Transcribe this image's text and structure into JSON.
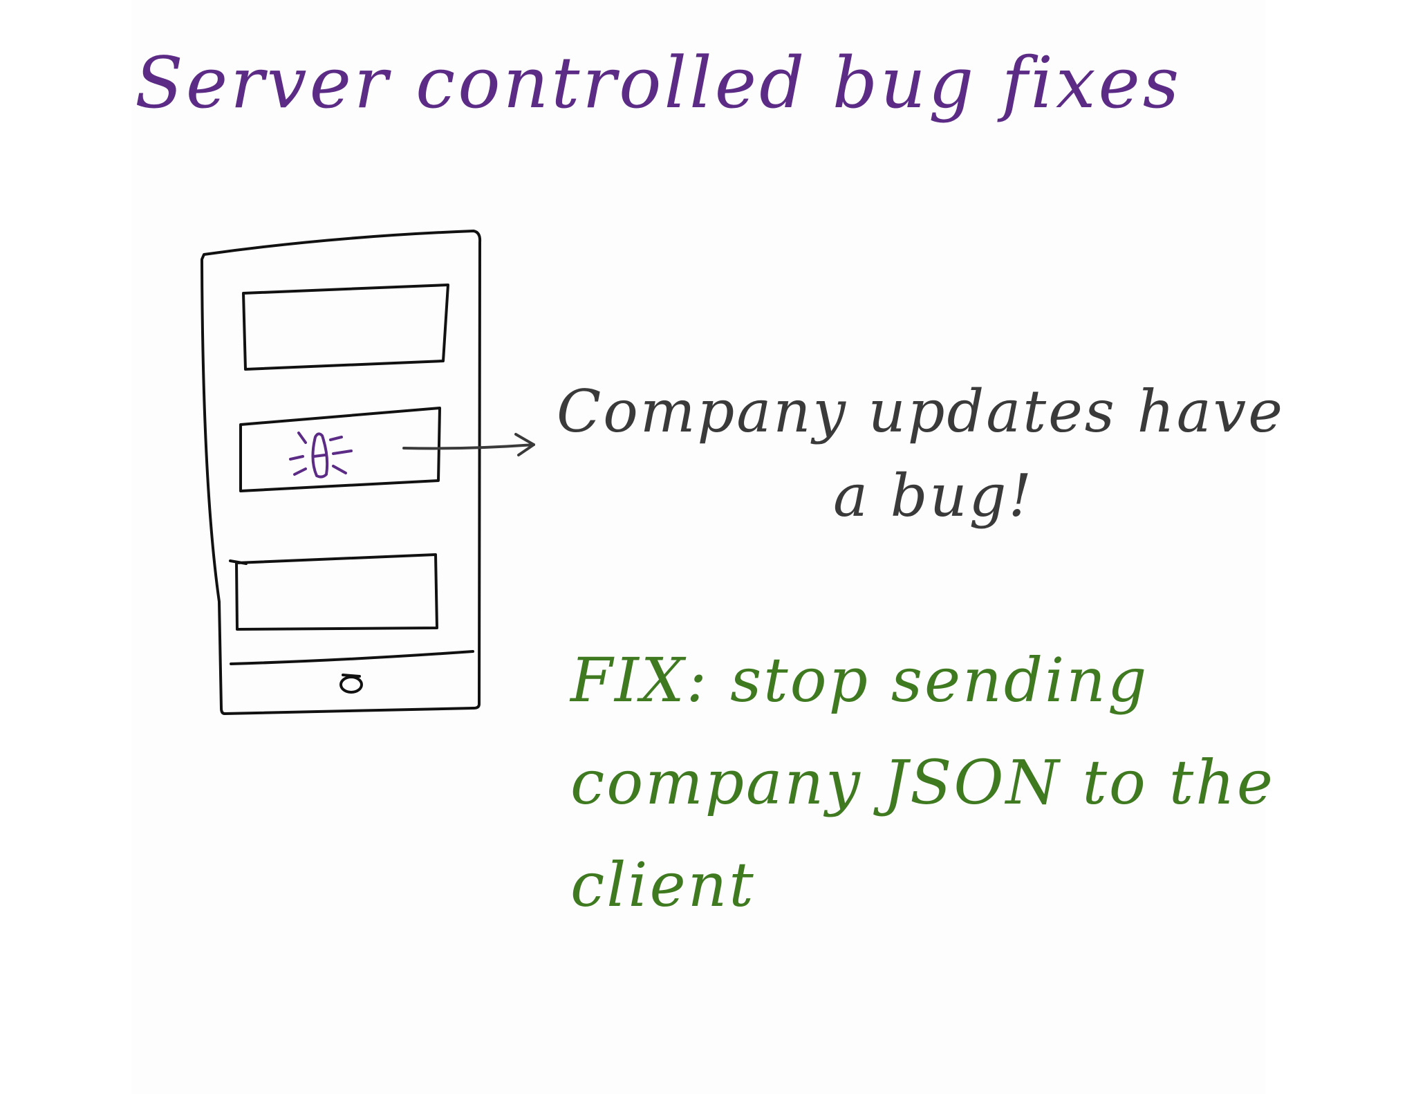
{
  "title": "Server controlled bug fixes",
  "annotation": {
    "line1": "Company updates have",
    "line2": "a bug!"
  },
  "fix": {
    "line1": "FIX: stop sending",
    "line2": "company JSON to the",
    "line3": "client"
  },
  "colors": {
    "title": "#5b2b86",
    "annotation": "#3a3a3a",
    "fix": "#3f7a21",
    "sketch": "#111111",
    "bug": "#5b2b86"
  },
  "icons": {
    "bug": "bug-icon",
    "home_button": "home-button-icon",
    "arrow": "arrow-right-icon"
  }
}
